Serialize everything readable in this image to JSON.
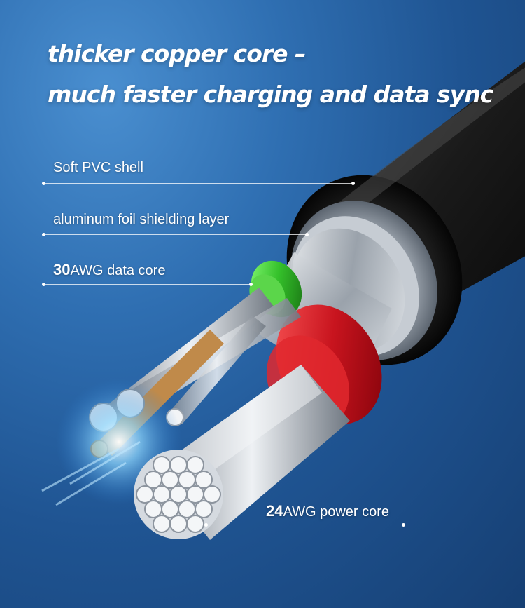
{
  "headline": {
    "line1": "thicker copper core –",
    "line2": "much faster charging and data sync"
  },
  "callouts": {
    "shell": {
      "text": "Soft PVC shell"
    },
    "foil": {
      "text": "aluminum foil shielding layer"
    },
    "data": {
      "gauge": "30",
      "suffix": "AWG data core"
    },
    "power": {
      "gauge": "24",
      "suffix": "AWG power core"
    }
  },
  "colors": {
    "background": "#2a64a6",
    "shell": "#151515",
    "data_core": "#34c02a",
    "power_core": "#c8141e",
    "wire": "#c9cfd6",
    "glow": "#8fd8ff"
  }
}
